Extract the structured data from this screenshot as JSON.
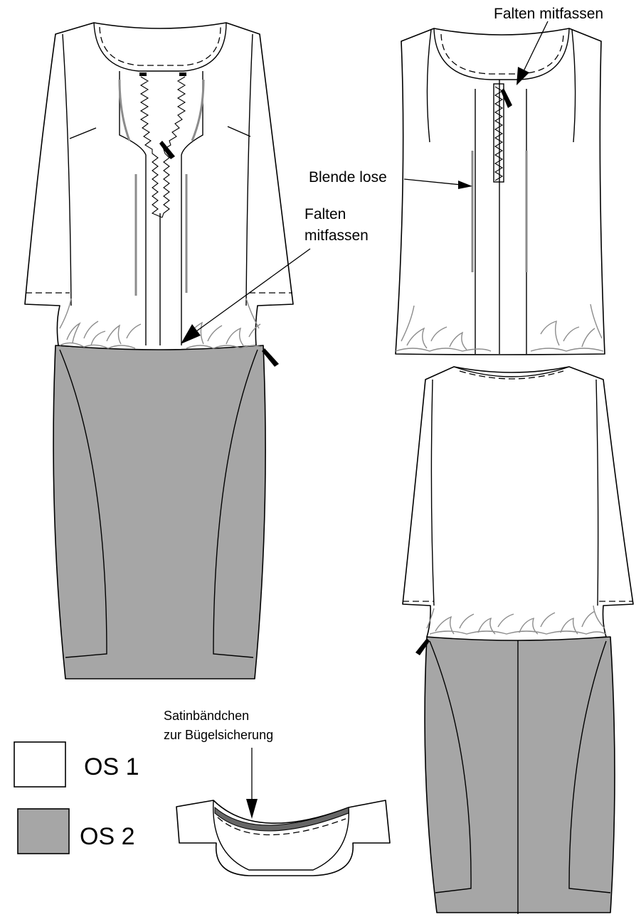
{
  "annotations": {
    "falten_mitfassen_top": "Falten mitfassen",
    "blende_lose": "Blende lose",
    "falten_mitfassen_mid_line1": "Falten",
    "falten_mitfassen_mid_line2": "mitfassen",
    "satin_line1": "Satinbändchen",
    "satin_line2": "zur Bügelsicherung"
  },
  "legend": [
    {
      "label": "OS 1",
      "color": "#ffffff"
    },
    {
      "label": "OS 2",
      "color": "#a6a6a6"
    }
  ],
  "colors": {
    "fabric_os1": "#ffffff",
    "fabric_os2": "#a6a6a6",
    "gather_lines": "#8c8c8c",
    "outline": "#000000"
  }
}
